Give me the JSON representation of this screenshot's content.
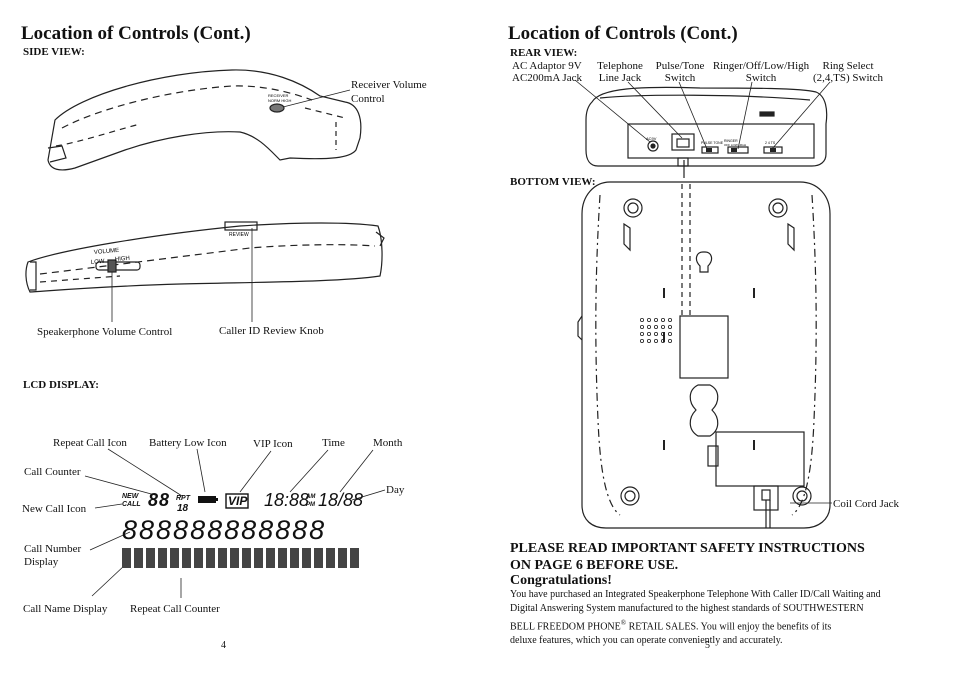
{
  "left_page": {
    "title": "Location of Controls (Cont.)",
    "side_view_heading": "SIDE VIEW:",
    "receiver_volume_line1": "Receiver Volume",
    "receiver_volume_line2": "Control",
    "volume_imprint": "VOLUME",
    "volume_low": "LOW",
    "volume_high": "HIGH",
    "review_imprint": "REVIEW",
    "speakerphone_volume": "Speakerphone Volume Control",
    "caller_id_review": "Caller ID Review Knob",
    "lcd_heading": "LCD DISPLAY:",
    "lcd_labels": {
      "repeat_call_icon": "Repeat Call Icon",
      "battery_low_icon": "Battery Low Icon",
      "vip_icon": "VIP Icon",
      "time": "Time",
      "month": "Month",
      "day": "Day",
      "call_counter": "Call Counter",
      "new_call_icon": "New Call Icon",
      "call_number_line1": "Call Number",
      "call_number_line2": "Display",
      "call_name_display": "Call Name Display",
      "repeat_call_counter": "Repeat Call Counter"
    },
    "lcd_screen": {
      "new": "NEW",
      "call": "CALL",
      "counter": "88",
      "rpt": "RPT",
      "rpt_digits": "18",
      "vip": "VIP",
      "time": "18:88",
      "am": "AM",
      "pm": "PM",
      "date": "18/88",
      "number": "888888888888"
    },
    "page_number": "4"
  },
  "right_page": {
    "title": "Location of Controls (Cont.)",
    "rear_view_heading": "REAR VIEW:",
    "rear_labels": {
      "ac_line1": "AC Adaptor 9V",
      "ac_line2": "AC200mA Jack",
      "tel_line1": "Telephone",
      "tel_line2": "Line Jack",
      "pulse_line1": "Pulse/Tone",
      "pulse_line2": "Switch",
      "ringer_line1": "Ringer/Off/Low/High",
      "ringer_line2": "Switch",
      "ring_line1": "Ring Select",
      "ring_line2": "(2,4,TS) Switch"
    },
    "rear_imprint": {
      "acv": "AC9V",
      "pulse": "PULSE TONE",
      "ringer": "RINGER OFF LOW HIGH",
      "ring": "2 4 TS"
    },
    "bottom_view_heading": "BOTTOM VIEW:",
    "coil_cord_jack": "Coil Cord Jack",
    "safety_line1": "PLEASE READ IMPORTANT SAFETY INSTRUCTIONS",
    "safety_line2": "ON PAGE 6 BEFORE USE.",
    "congratulations": "Congratulations!",
    "body_line1": "You have purchased an Integrated Speakerphone Telephone With Caller ID/Call Waiting and",
    "body_line2": "Digital Answering System manufactured to the highest standards of SOUTHWESTERN",
    "body_line3a": "BELL FREEDOM PHONE",
    "body_reg": "®",
    "body_line3b": " RETAIL SALES. You will enjoy the benefits of its",
    "body_line4": "deluxe features, which you can operate conveniently and accurately.",
    "page_number": "5"
  }
}
